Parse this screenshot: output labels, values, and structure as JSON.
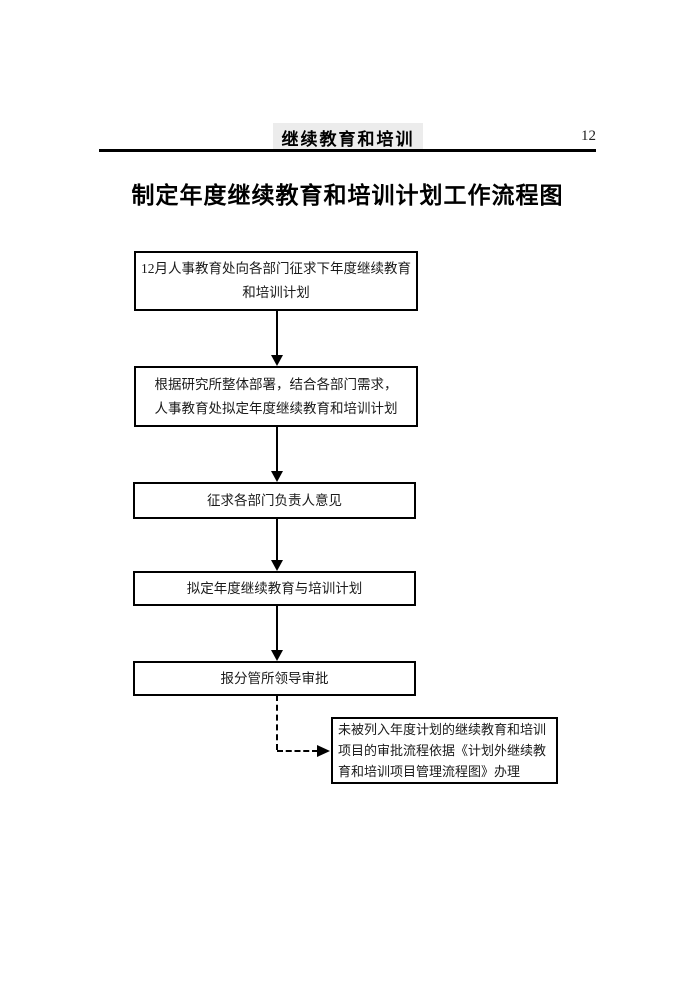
{
  "header": {
    "section_title": "继续教育和培训",
    "page_number": "12"
  },
  "title": "制定年度继续教育和培训计划工作流程图",
  "flowchart": {
    "steps": [
      {
        "text": "12月人事教育处向各部门征求下年度继续教育\n和培训计划"
      },
      {
        "text": "根据研究所整体部署，结合各部门需求，\n人事教育处拟定年度继续教育和培训计划"
      },
      {
        "text": "征求各部门负责人意见"
      },
      {
        "text": "拟定年度继续教育与培训计划"
      },
      {
        "text": "报分管所领导审批"
      }
    ],
    "side_note": {
      "text": "未被列入年度计划的继续教育和培训\n项目的审批流程依据《计划外继续教\n育和培训项目管理流程图》办理"
    },
    "colors": {
      "box_border": "#000000",
      "text": "#1a1a1a",
      "header_highlight": "#ececec"
    }
  }
}
